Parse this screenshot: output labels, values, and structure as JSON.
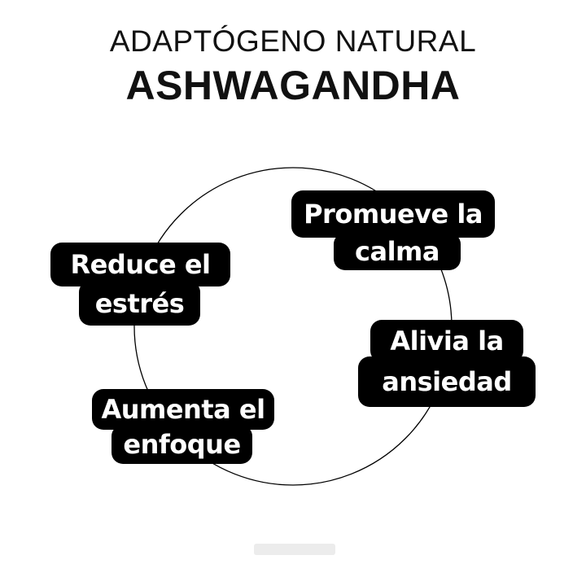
{
  "header": {
    "subtitle": "ADAPTÓGENO NATURAL",
    "title": "ASHWAGANDHA"
  },
  "benefits": [
    {
      "line1": "Promueve la",
      "line2": "calma"
    },
    {
      "line1": "Reduce el",
      "line2": "estrés"
    },
    {
      "line1": "Alivia la",
      "line2": "ansiedad"
    },
    {
      "line1": "Aumenta el",
      "line2": "enfoque"
    }
  ],
  "colors": {
    "badge": "#000000",
    "text": "#ffffff"
  }
}
